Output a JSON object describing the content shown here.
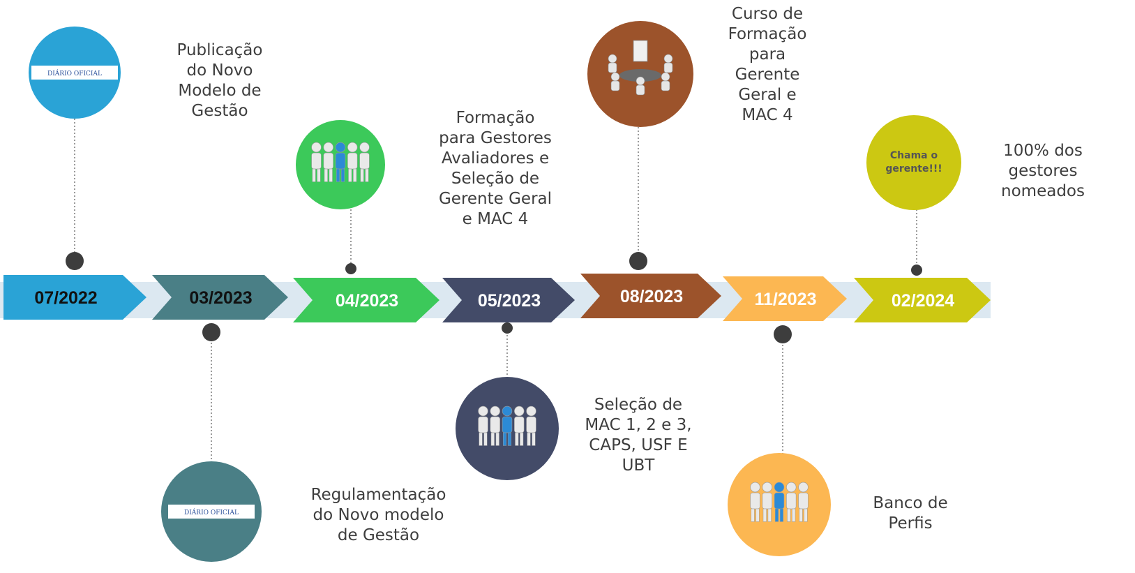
{
  "colors": {
    "c1": "#2aa3d6",
    "c2": "#4a7f86",
    "c3": "#3cc95a",
    "c4": "#434b68",
    "c5": "#9c532b",
    "c6": "#fcb752",
    "c7": "#ccc812",
    "band": "#dce8f1"
  },
  "milestones": [
    {
      "date": "07/2022",
      "text": "Publicação\ndo Novo\nModelo de\nGestão",
      "icon": "diario-oficial-logo",
      "logo_text": "DIÁRIO OFICIAL"
    },
    {
      "date": "03/2023",
      "text": "Regulamentação\ndo Novo modelo\nde Gestão",
      "icon": "diario-oficial-logo",
      "logo_text": "DIÁRIO OFICIAL"
    },
    {
      "date": "04/2023",
      "text": "Formação\npara Gestores\nAvaliadores e\nSeleção de\nGerente Geral\ne MAC 4",
      "icon": "people-group-icon"
    },
    {
      "date": "05/2023",
      "text": "Seleção de\nMAC 1, 2 e 3,\nCAPS, USF E\nUBT",
      "icon": "people-group-icon"
    },
    {
      "date": "08/2023",
      "text": "Curso de\nFormação\npara\nGerente\nGeral e\nMAC 4",
      "icon": "meeting-table-icon"
    },
    {
      "date": "11/2023",
      "text": "Banco de\nPerfis",
      "icon": "people-group-icon"
    },
    {
      "date": "02/2024",
      "text": "100% dos\ngestores\nnomeados",
      "icon": "badge-circle",
      "badge_text": "Chama o\ngerente!!!"
    }
  ]
}
